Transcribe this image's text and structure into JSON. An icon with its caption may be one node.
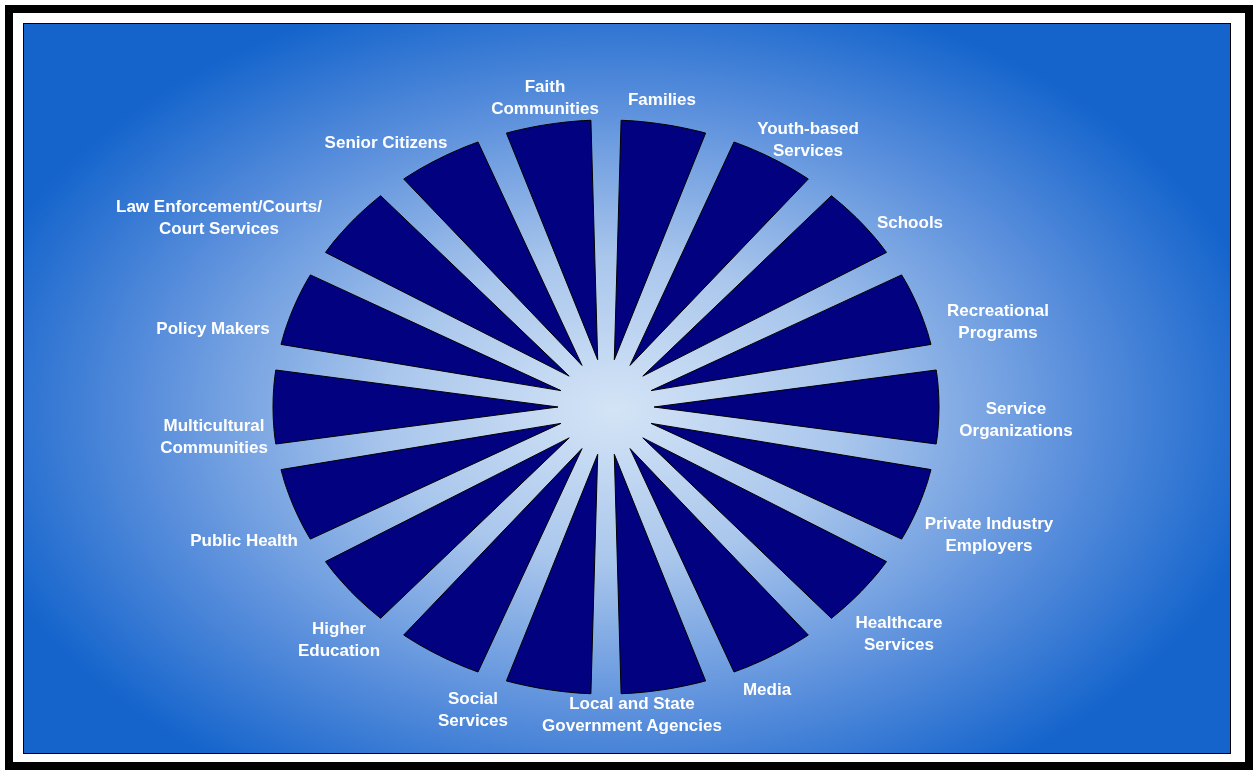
{
  "diagram": {
    "labels": [
      "Faith Communities",
      "Families",
      "Youth-based Services",
      "Senior Citizens",
      "Law Enforcement/Courts/ Court Services",
      "Schools",
      "Policy Makers",
      "Recreational Programs",
      "Service Organizations",
      "Multicultural Communities",
      "Private Industry Employers",
      "Public Health",
      "Healthcare Services",
      "Higher Education",
      "Media",
      "Social Services",
      "Local and State Government Agencies"
    ]
  }
}
